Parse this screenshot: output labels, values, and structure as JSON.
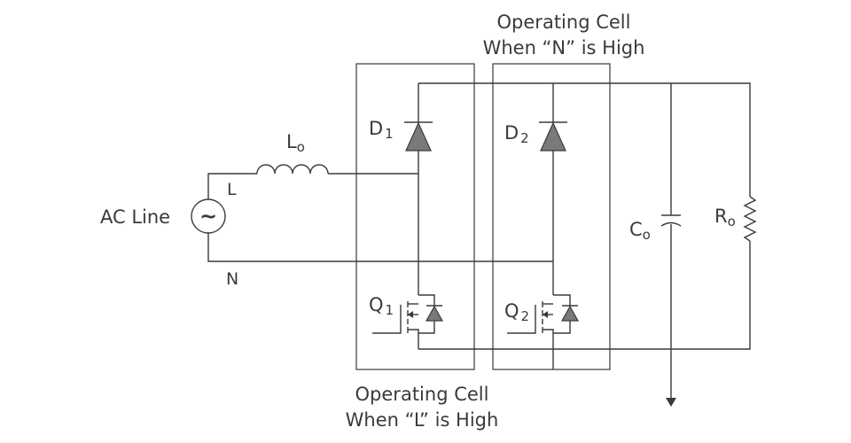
{
  "cells": {
    "n_high": {
      "line1": "Operating Cell",
      "line2": "When “N” is High"
    },
    "l_high": {
      "line1": "Operating Cell",
      "line2": "When “L” is High"
    }
  },
  "source": {
    "label": "AC Line",
    "symbol": "~",
    "terminal_l": "L",
    "terminal_n": "N"
  },
  "inductor": {
    "letter": "L",
    "sub": "o"
  },
  "diodes": [
    {
      "letter": "D",
      "sub": "1"
    },
    {
      "letter": "D",
      "sub": "2"
    }
  ],
  "switches": [
    {
      "letter": "Q",
      "sub": "1"
    },
    {
      "letter": "Q",
      "sub": "2"
    }
  ],
  "capacitor": {
    "letter": "C",
    "sub": "o"
  },
  "resistor": {
    "letter": "R",
    "sub": "o"
  }
}
